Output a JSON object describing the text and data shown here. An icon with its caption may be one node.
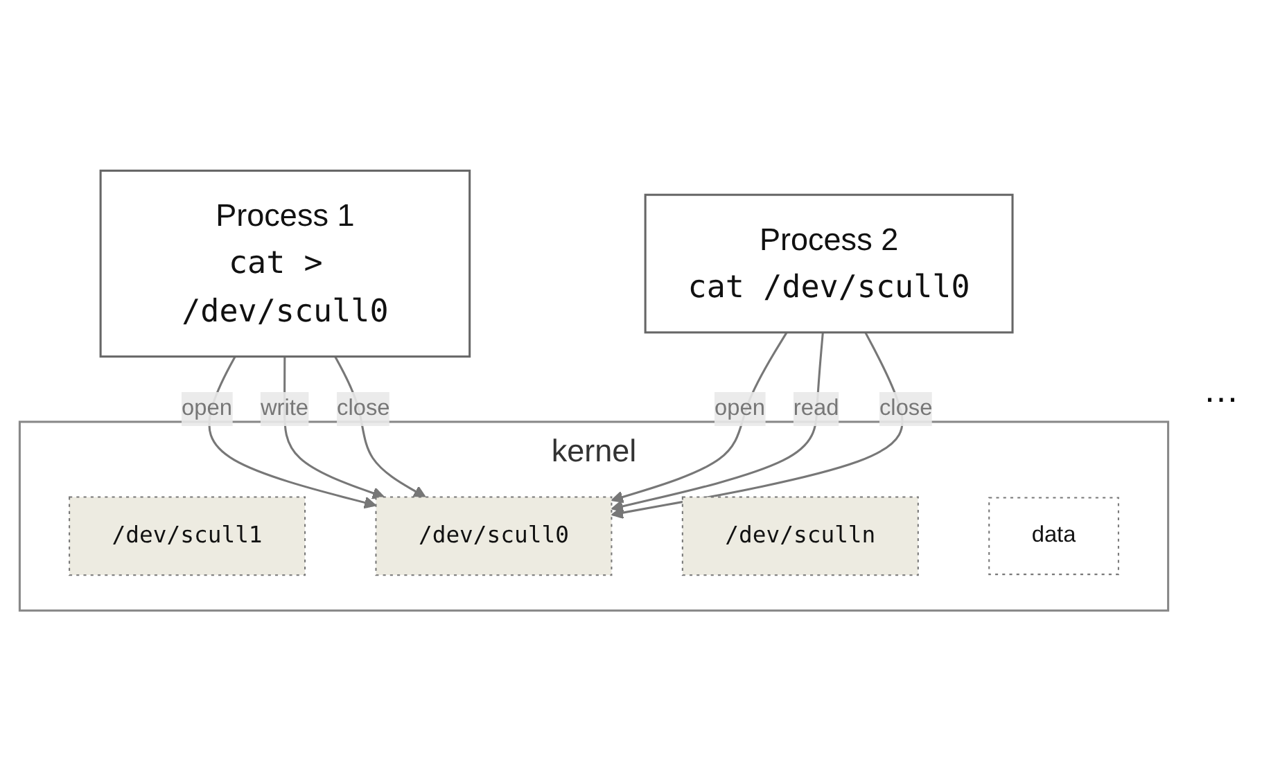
{
  "diagram": {
    "nodes": [
      {
        "text": [
          "Process 1",
          "cat > /dev/scull0"
        ]
      },
      {
        "text": [
          "Process 2",
          "cat /dev/scull0"
        ]
      },
      {
        "text": [
          "kernel"
        ]
      },
      {
        "text": [
          "/dev/scull0"
        ],
        "in": 2
      },
      {
        "text": [
          "/dev/scull1"
        ],
        "in": 2
      },
      {
        "text": [
          "/dev/sculln"
        ],
        "in": 2
      },
      {
        "text": [
          "data"
        ],
        "in": 2
      }
    ],
    "edges": [
      {
        "from": 0,
        "to": 3,
        "arrow": "to",
        "label": "open"
      },
      {
        "from": 0,
        "to": 3,
        "arrow": "to",
        "label": "write"
      },
      {
        "from": 0,
        "to": 3,
        "arrow": "to",
        "label": "close"
      },
      {
        "from": 1,
        "to": 3,
        "arrow": "to",
        "label": "open"
      },
      {
        "from": 1,
        "to": 3,
        "arrow": "to",
        "label": "read"
      },
      {
        "from": 1,
        "to": 3,
        "arrow": "to",
        "label": "close"
      }
    ],
    "labels": [
      "…"
    ]
  }
}
